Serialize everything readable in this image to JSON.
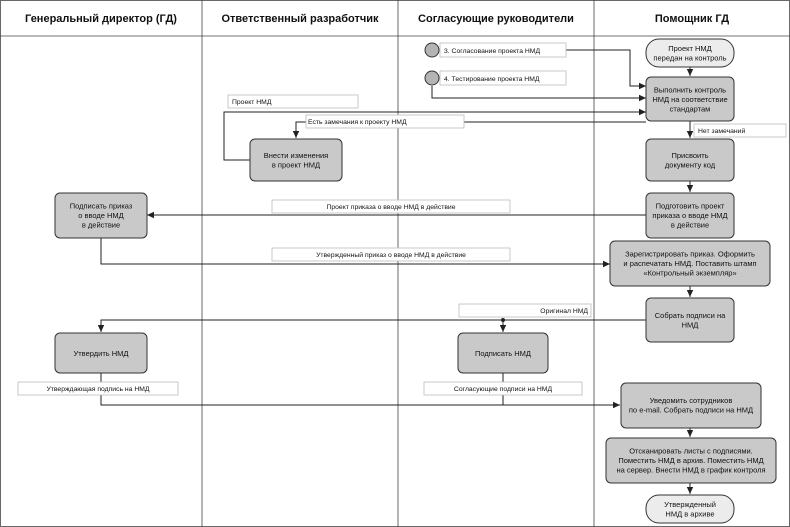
{
  "lanes": [
    "Генеральный директор (ГД)",
    "Ответственный разработчик",
    "Согласующие руководители",
    "Помощник ГД"
  ],
  "nodes": {
    "start": [
      "Проект НМД",
      "передан на контроль"
    ],
    "check": [
      "Выполнить контроль",
      "НМД на соответствие",
      "стандартам"
    ],
    "fix": [
      "Внести изменения",
      "в проект НМД"
    ],
    "assign_code": [
      "Присвоить",
      "документу код"
    ],
    "prepare_order": [
      "Подготовить проект",
      "приказа о вводе НМД",
      "в действие"
    ],
    "sign_order": [
      "Подписать приказ",
      "о вводе НМД",
      "в действие"
    ],
    "register": [
      "Зарегистрировать приказ. Оформить",
      "и распечатать НМД. Поставить штамп",
      "«Контрольный экземпляр»"
    ],
    "collect": [
      "Собрать подписи на",
      "НМД"
    ],
    "approve": [
      "Утвердить НМД"
    ],
    "sign_nmd": [
      "Подписать НМД"
    ],
    "notify": [
      "Уведомить сотрудников",
      "по e-mail. Собрать подписи на НМД"
    ],
    "scan": [
      "Отсканировать листы с подписями.",
      "Поместить НМД в архив. Поместить НМД",
      "на сервер. Внести НМД в график контроля"
    ],
    "end": [
      "Утвержденный",
      "НМД в архиве"
    ]
  },
  "events": {
    "e3": "3. Согласование проекта НМД",
    "e4": "4. Тестирование проекта НМД"
  },
  "labels": {
    "project": "Проект НМД",
    "remarks": "Есть замечания к проекту НМД",
    "no_remarks": "Нет замечаний",
    "order_project": "Проект приказа о вводе НМД в действие",
    "approved_order": "Утвержденный приказ о вводе НМД в действие",
    "original": "Оригинал НМД",
    "approving_sign": "Утверждающая подпись на НМД",
    "agreeing_signs": "Согласующие подписи на НМД"
  }
}
